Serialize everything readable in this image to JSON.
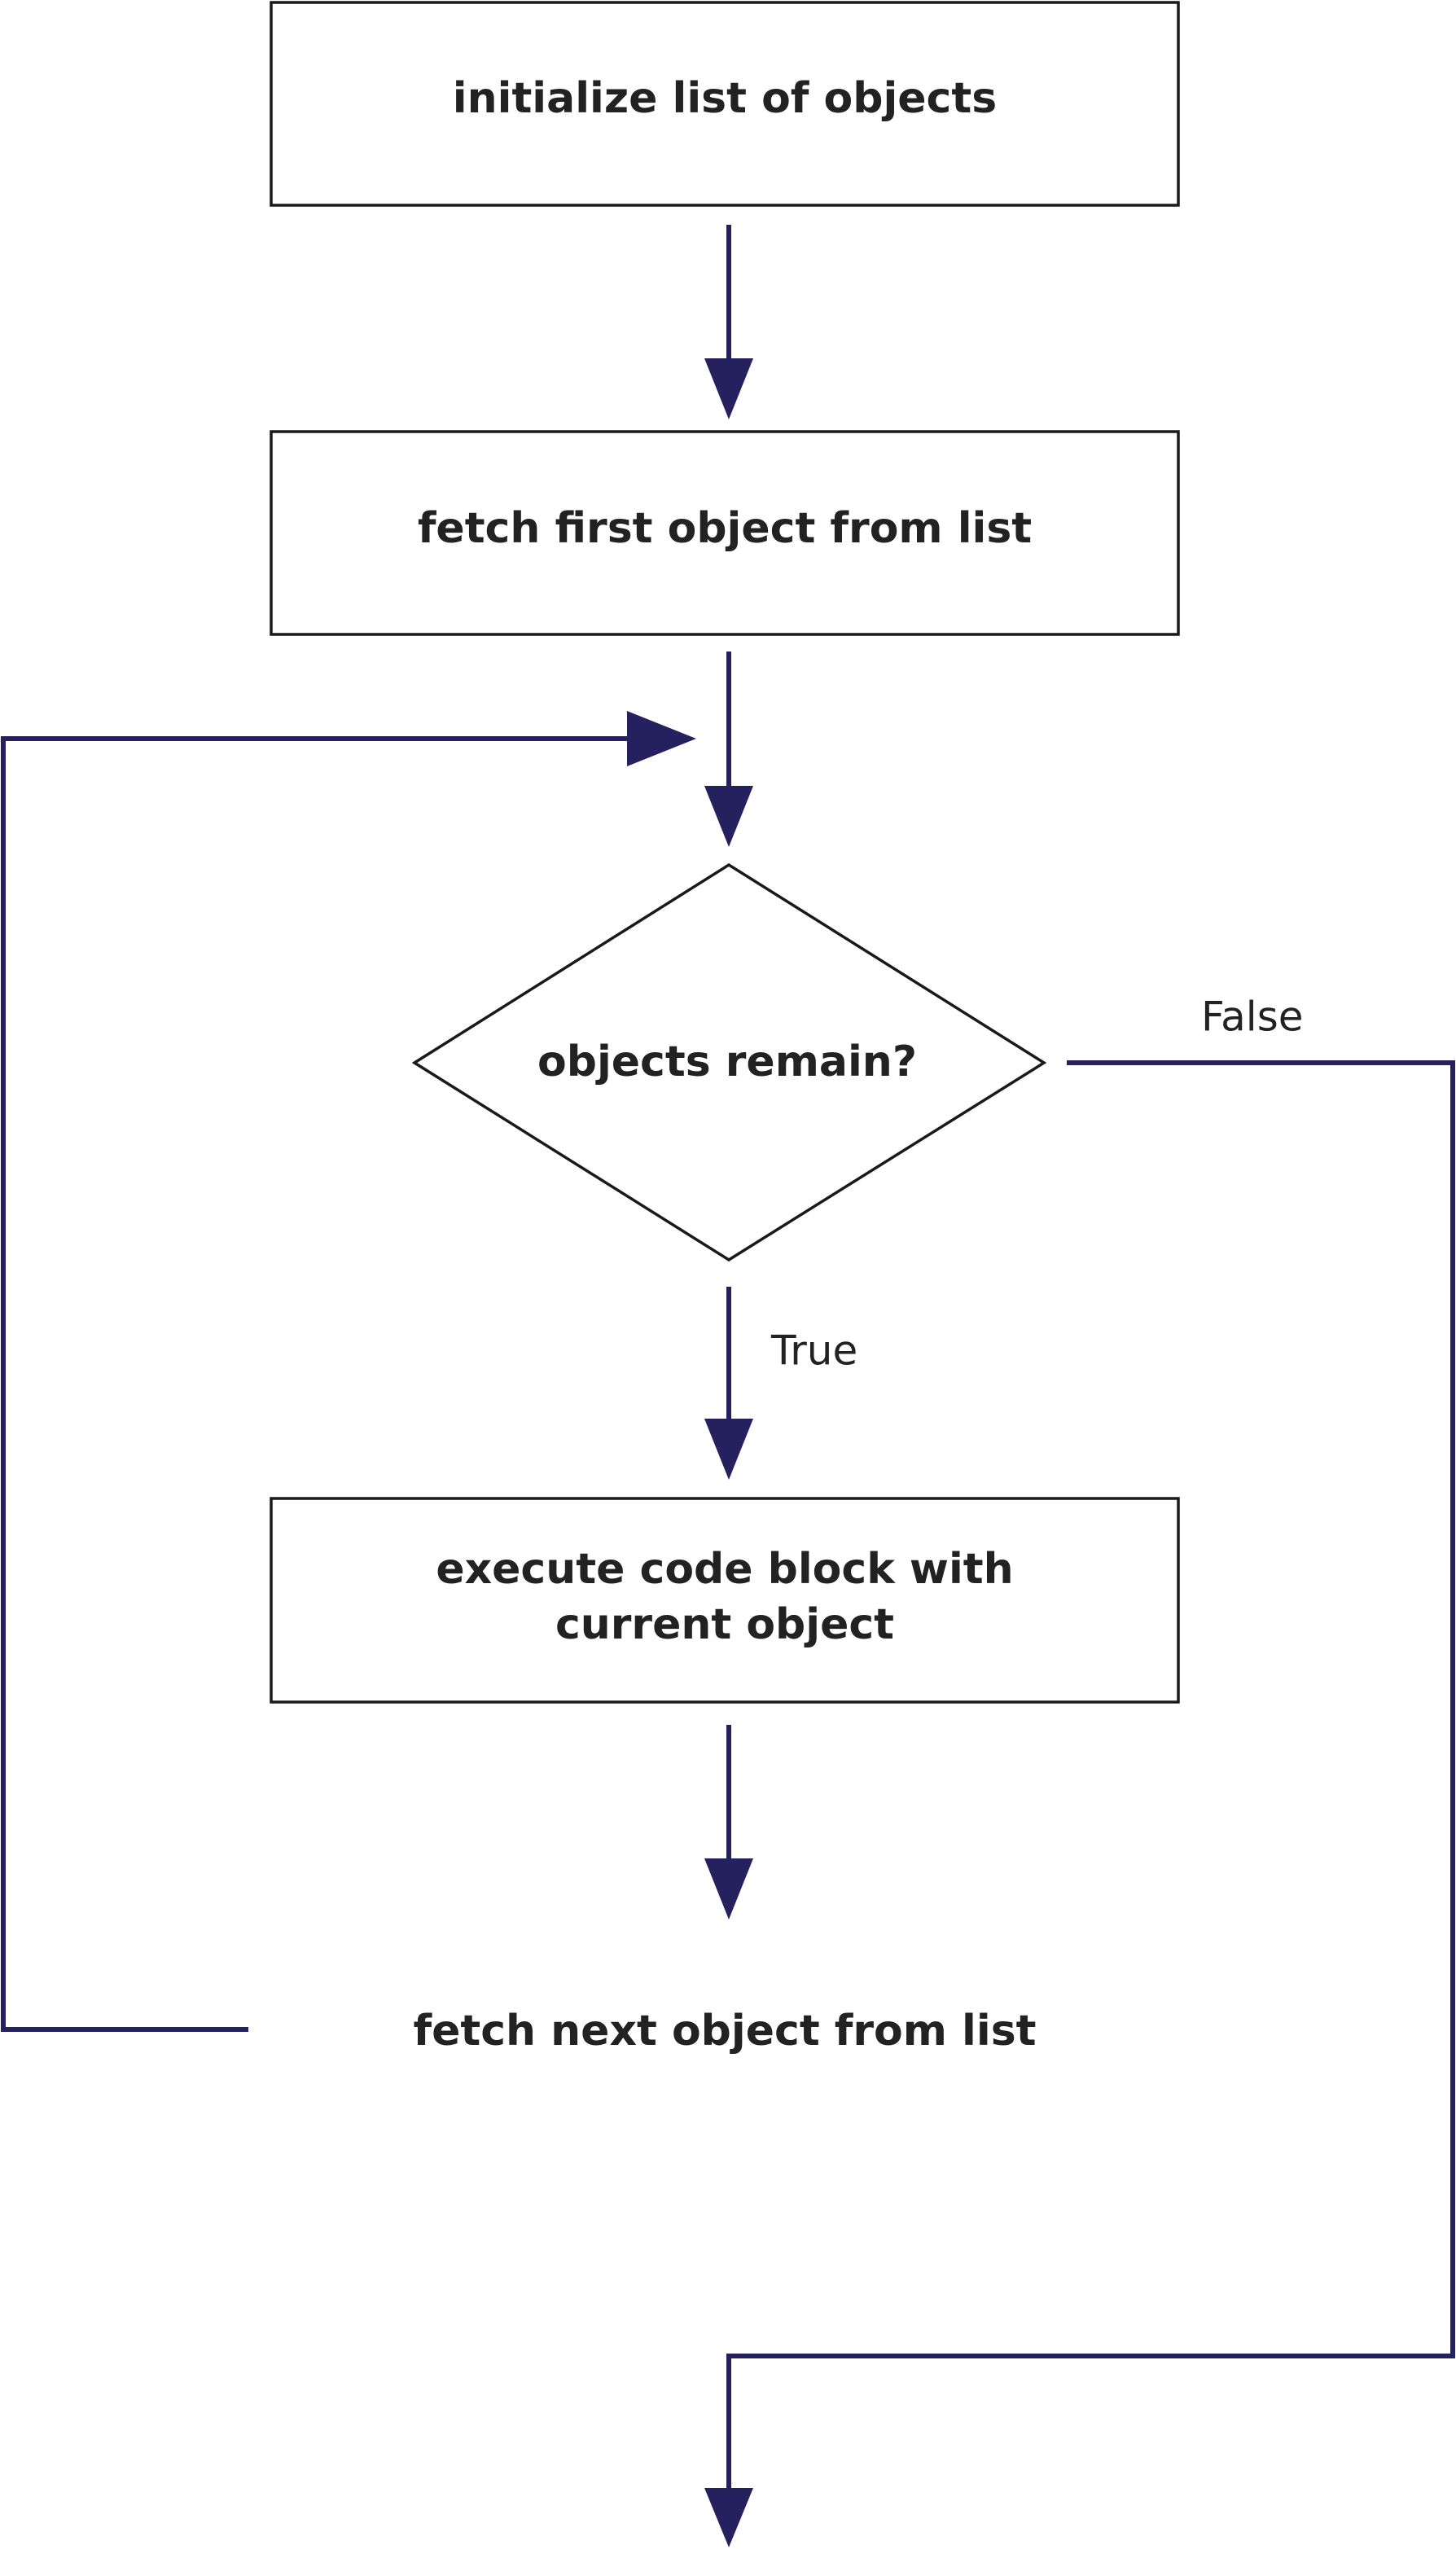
{
  "nodes": {
    "init": {
      "label": "initialize list of objects"
    },
    "fetch_first": {
      "label": "fetch first object from list"
    },
    "decision": {
      "label": "objects remain?"
    },
    "execute": {
      "line1": "execute code block with",
      "line2": "current object"
    },
    "fetch_next": {
      "label": "fetch next object from list"
    }
  },
  "edges": {
    "true_label": "True",
    "false_label": "False"
  },
  "colors": {
    "connector": "#25215e",
    "box_stroke": "#1a1a1a",
    "text": "#222222",
    "background": "#ffffff"
  }
}
